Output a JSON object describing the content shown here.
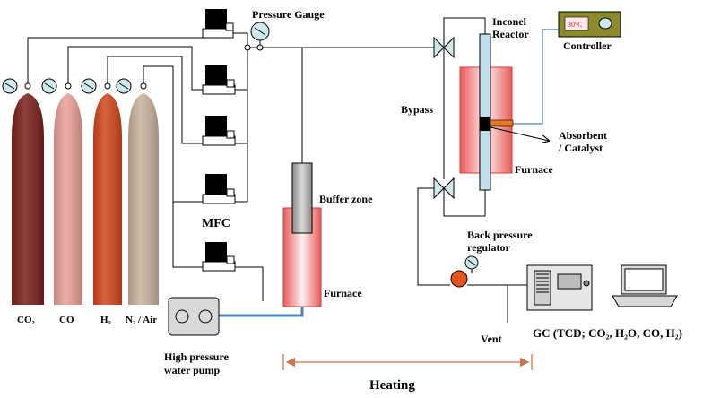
{
  "labels": {
    "pressure_gauge": "Pressure Gauge",
    "inconel_reactor_1": "Inconel",
    "inconel_reactor_2": "Reactor",
    "controller": "Controller",
    "controller_display": "30°C",
    "bypass": "Bypass",
    "absorbent_1": "Absorbent",
    "absorbent_2": "/ Catalyst",
    "furnace_reactor": "Furnace",
    "buffer_zone": "Buffer zone",
    "mfc": "MFC",
    "furnace_buffer": "Furnace",
    "back_pressure_1": "Back pressure",
    "back_pressure_2": "regulator",
    "water_pump_1": "High pressure",
    "water_pump_2": "water pump",
    "vent": "Vent",
    "gc": "GC (TCD; CO₂, H₂O, CO, H₂)",
    "heating": "Heating"
  },
  "cylinders": [
    {
      "label": "CO₂",
      "color": "#7a1f1a"
    },
    {
      "label": "CO",
      "color": "#e8a096"
    },
    {
      "label": "H₂",
      "color": "#d2461c"
    },
    {
      "label": "N₂ / Air",
      "color": "#c9b29c"
    }
  ],
  "colors": {
    "line": "#000000",
    "water_line": "#4f81bd",
    "controller_line": "#4f81bd",
    "controller_box": "#8b8b2e",
    "furnace_pink": "#f08c8c",
    "tube": "#bfe0ea",
    "regulator": "#e8541e"
  }
}
